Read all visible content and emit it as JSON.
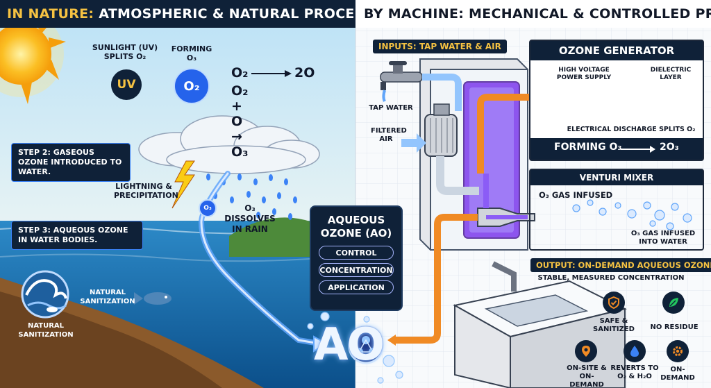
{
  "headers": {
    "left_accent": "IN NATURE:",
    "left_rest": " ATMOSPHERIC & NATURAL PROCESS",
    "right": "BY MACHINE: MECHANICAL & CONTROLLED PROCESS"
  },
  "nature": {
    "sunlight_label_1": "SUNLIGHT (UV)",
    "sunlight_label_2": "SPLITS O₂",
    "forming_label_1": "FORMING",
    "forming_label_2": "O₃",
    "uv_symbol": "UV",
    "o2_symbol": "O₂",
    "formula_1_left": "O₂",
    "formula_1_right": "2O",
    "formula_2": "O₂ + O → O₃",
    "step2": "STEP 2: GASEOUS OZONE INTRODUCED TO WATER.",
    "lightning_label": "LIGHTNING & PRECIPITATION",
    "o3_drop": "O₃",
    "dissolves_label": "O₃ DISSOLVES IN RAIN",
    "step3": "STEP 3: AQUEOUS OZONE IN WATER BODIES.",
    "natural_sanitization_fish": "NATURAL SANITIZATION",
    "natural_sanitization_icon": "NATURAL SANITIZATION"
  },
  "ao_card": {
    "title_1": "AQUEOUS",
    "title_2": "OZONE (AO)",
    "pills": [
      "CONTROL",
      "CONCENTRATION",
      "APPLICATION"
    ],
    "big_label": "AO"
  },
  "machine": {
    "inputs_badge": "INPUTS: TAP WATER & AIR",
    "tap_water": "TAP WATER",
    "filtered_air": "FILTERED AIR",
    "generator": {
      "title": "OZONE GENERATOR",
      "hv": "HIGH VOLTAGE POWER SUPPLY",
      "dielectric": "DIELECTRIC LAYER",
      "discharge": "ELECTRICAL DISCHARGE SPLITS O₂",
      "forming_left": "FORMING O₃",
      "forming_right": "2O₃"
    },
    "venturi": {
      "title": "VENTURI MIXER",
      "gas_infused": "O₃ GAS INFUSED",
      "into_water": "O₃ GAS INFUSED INTO WATER"
    },
    "output_badge": "OUTPUT: ON-DEMAND AQUEOUS OZONE",
    "output_sub": "STABLE, MEASURED CONCENTRATION",
    "features": [
      {
        "label": "SAFE & SANITIZED",
        "icon": "shield-check-icon",
        "color": "#c2410c"
      },
      {
        "label": "NO RESIDUE",
        "icon": "leaf-icon",
        "color": "#16a34a"
      },
      {
        "label": "ON-SITE & ON-DEMAND",
        "icon": "location-pin-icon",
        "color": "#c2410c"
      },
      {
        "label": "REVERTS TO O₂ & H₂O",
        "icon": "water-drop-icon",
        "color": "#2563eb"
      },
      {
        "label": "ON-DEMAND",
        "icon": "gear-icon",
        "color": "#c2410c"
      }
    ]
  },
  "colors": {
    "navy": "#0f2138",
    "accent_yellow": "#f5c242",
    "water_blue": "#2f7fc4",
    "pipe_orange": "#f08a24",
    "plasma_purple": "#8b5cf6"
  }
}
